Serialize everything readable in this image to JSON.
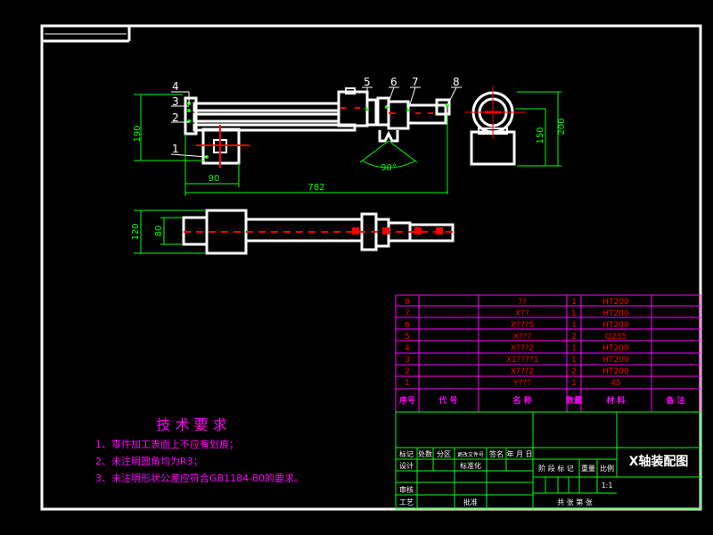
{
  "colors": {
    "background": "#000000",
    "frame": "#ffffff",
    "drawing_line": "#ffffff",
    "dimension": "#00ff00",
    "center_line": "#ff0000",
    "table_line": "#ff00ff",
    "table_text": "#ff0000",
    "header_text": "#ff00ff",
    "tech_title": "#ff00ff",
    "tech_text": "#ff00ff",
    "title_block_line": "#00ff00",
    "title_block_text": "#ffffff"
  },
  "drawing": {
    "part_labels": [
      "4",
      "3",
      "2",
      "1",
      "5",
      "6",
      "7",
      "8"
    ],
    "dim_190": "190",
    "dim_90": "90",
    "dim_782": "782",
    "dim_angle": "90°",
    "dim_150": "150",
    "dim_200": "200",
    "dim_120": "120",
    "dim_80": "80"
  },
  "parts_list": {
    "rows": [
      {
        "no": "8",
        "name": "??",
        "qty": "1",
        "material": "HT200"
      },
      {
        "no": "7",
        "name": "X??",
        "qty": "1",
        "material": "HT200"
      },
      {
        "no": "6",
        "name": "X???5",
        "qty": "1",
        "material": "HT200"
      },
      {
        "no": "5",
        "name": "X???",
        "qty": "2",
        "material": "Q235"
      },
      {
        "no": "4",
        "name": "X???2",
        "qty": "1",
        "material": "HT200"
      },
      {
        "no": "3",
        "name": "X1????1",
        "qty": "1",
        "material": "HT200"
      },
      {
        "no": "2",
        "name": "X???2",
        "qty": "2",
        "material": "HT200"
      },
      {
        "no": "1",
        "name": "Y???",
        "qty": "1",
        "material": "45"
      }
    ],
    "header": {
      "no": "序号",
      "code": "代 号",
      "name": "名 称",
      "qty": "数量",
      "material": "材 料",
      "remark": "备 注"
    }
  },
  "tech_requirements": {
    "title": "技 术 要 求",
    "items": [
      "1、零件加工表面上不应有划痕；",
      "2、未注明圆角均为R3；",
      "3、未注明形状公差应符合GB1184-80的要求。"
    ]
  },
  "title_block": {
    "drawing_title": "X轴装配图",
    "labels": {
      "mark": "标记",
      "count": "处数",
      "zone": "分区",
      "change_doc": "更改文件号",
      "signature": "签名",
      "date": "年 月 日",
      "design": "设计",
      "standardize": "标准化",
      "stage_mark": "阶 段 标 记",
      "weight": "重量",
      "scale": "比例",
      "review": "审核",
      "process": "工艺",
      "approve": "批准",
      "sheet_info": "共  张  第  张"
    },
    "scale_value": "1:1"
  }
}
